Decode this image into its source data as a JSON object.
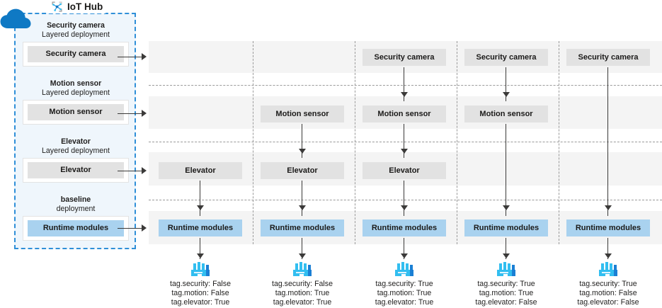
{
  "hub": {
    "title": "IoT Hub",
    "icon": "iot-hub-icon",
    "cloud_icon": "cloud-icon",
    "accent": "#2f8fd8",
    "panel_bg": "#eff6fc",
    "deployments": [
      {
        "name": "Security camera",
        "kind": "Layered deployment",
        "module": "Security camera",
        "highlight": false
      },
      {
        "name": "Motion sensor",
        "kind": "Layered deployment",
        "module": "Motion sensor",
        "highlight": false
      },
      {
        "name": "Elevator",
        "kind": "Layered deployment",
        "module": "Elevator",
        "highlight": false
      },
      {
        "name": "baseline",
        "kind": "deployment",
        "module": "Runtime modules",
        "highlight": true
      }
    ]
  },
  "grid": {
    "row_labels": [
      "Security camera",
      "Motion sensor",
      "Elevator",
      "Runtime modules"
    ],
    "columns": [
      {
        "index": 1,
        "cells": {
          "security": "",
          "motion": "",
          "elevator": "Elevator",
          "runtime": "Runtime modules"
        }
      },
      {
        "index": 2,
        "cells": {
          "security": "",
          "motion": "Motion sensor",
          "elevator": "Elevator",
          "runtime": "Runtime modules"
        }
      },
      {
        "index": 3,
        "cells": {
          "security": "Security camera",
          "motion": "Motion sensor",
          "elevator": "Elevator",
          "runtime": "Runtime modules"
        }
      },
      {
        "index": 4,
        "cells": {
          "security": "Security camera",
          "motion": "Motion sensor",
          "elevator": "",
          "runtime": "Runtime modules"
        }
      },
      {
        "index": 5,
        "cells": {
          "security": "Security camera",
          "motion": "",
          "elevator": "",
          "runtime": "Runtime modules"
        }
      }
    ]
  },
  "devices": [
    {
      "icon": "factory-icon",
      "tags": "tag.security: False\ntag.motion: False\ntag.elevator: True"
    },
    {
      "icon": "factory-icon",
      "tags": "tag.security: False\ntag.motion: True\ntag.elevator: True"
    },
    {
      "icon": "factory-icon",
      "tags": "tag.security: True\ntag.motion: True\ntag.elevator: True"
    },
    {
      "icon": "factory-icon",
      "tags": "tag.security: True\ntag.motion: True\ntag.elevator: False"
    },
    {
      "icon": "factory-icon",
      "tags": "tag.security: True\ntag.motion: False\ntag.elevator: False"
    }
  ],
  "colors": {
    "band": "#f4f4f4",
    "node": "#e2e2e2",
    "node_highlight": "#a9d2ef",
    "arrow": "#3b3a39",
    "separator": "#9a9a9a",
    "device_icon": "#32bef0"
  }
}
